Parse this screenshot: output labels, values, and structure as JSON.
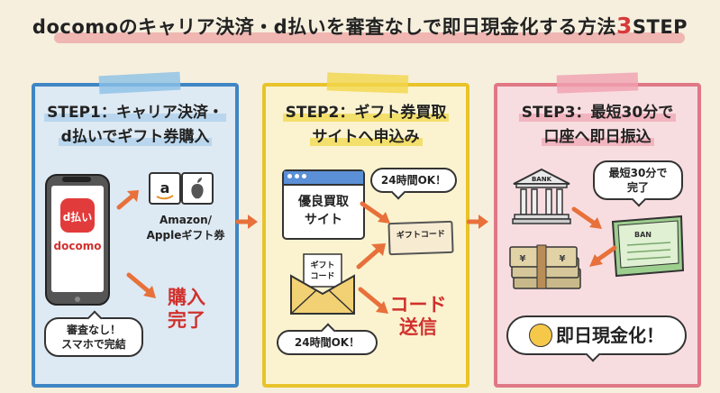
{
  "title": {
    "text_before": "docomoのキャリア決済・d払いを審査なしで即日現金化する方法",
    "number": "3",
    "text_after": "STEP"
  },
  "colors": {
    "step1": "#3f86c4",
    "step2": "#e8c42a",
    "step3": "#e07886",
    "accent_red": "#d0312d"
  },
  "steps": [
    {
      "title_line1": "STEP1：キャリア決済・",
      "title_line2": "d払いでギフト券購入",
      "phone_app": "d払い",
      "phone_brand": "docomo",
      "gift_label_line1": "Amazon/",
      "gift_label_line2": "Appleギフト券",
      "done_line1": "購入",
      "done_line2": "完了",
      "bubble_line1": "審査なし！",
      "bubble_line2": "スマホで完結"
    },
    {
      "title_line1": "STEP2：ギフト券買取",
      "title_line2": "サイトへ申込み",
      "site_line1": "優良買取",
      "site_line2": "サイト",
      "bubble_top": "24時間OK！",
      "code_card": "ギフトコード",
      "envelope_line1": "ギフト",
      "envelope_line2": "コード",
      "send_line1": "コード",
      "send_line2": "送信",
      "bubble_bottom": "24時間OK！"
    },
    {
      "title_line1": "STEP3：最短30分で",
      "title_line2": "口座へ即日振込",
      "bank_label": "BANK",
      "bubble_line1": "最短30分で",
      "bubble_line2": "完了",
      "passbook_label": "BAN",
      "result": "即日現金化！"
    }
  ]
}
